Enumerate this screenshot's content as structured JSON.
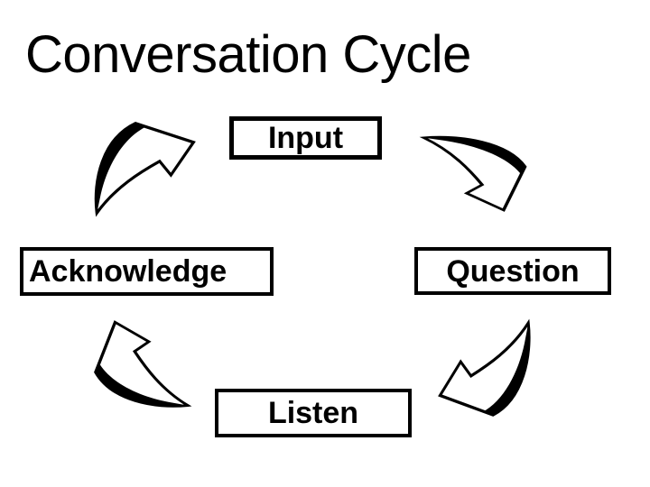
{
  "slide": {
    "title": "Conversation Cycle",
    "background_color": "#ffffff",
    "ink_color": "#000000"
  },
  "cycle": {
    "nodes": [
      {
        "id": "input",
        "label": "Input"
      },
      {
        "id": "question",
        "label": "Question"
      },
      {
        "id": "listen",
        "label": "Listen"
      },
      {
        "id": "acknowledge",
        "label": "Acknowledge"
      }
    ],
    "flow_order": [
      "Input",
      "Question",
      "Listen",
      "Acknowledge"
    ],
    "arrows": [
      {
        "id": "acknowledge-to-input",
        "from": "Acknowledge",
        "to": "Input",
        "direction": "up-right"
      },
      {
        "id": "input-to-question",
        "from": "Input",
        "to": "Question",
        "direction": "down-right"
      },
      {
        "id": "question-to-listen",
        "from": "Question",
        "to": "Listen",
        "direction": "down-left"
      },
      {
        "id": "listen-to-acknowledge",
        "from": "Listen",
        "to": "Acknowledge",
        "direction": "up-left"
      }
    ]
  }
}
